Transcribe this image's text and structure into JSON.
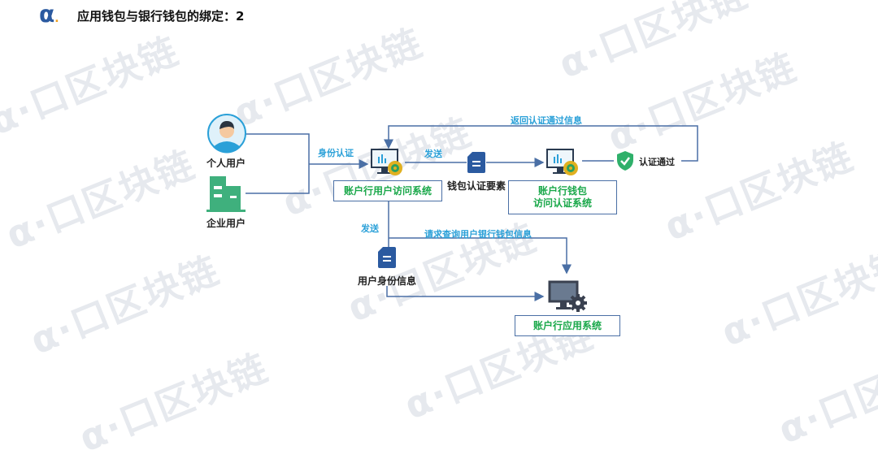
{
  "header": {
    "title": "应用钱包与银行钱包的绑定：2",
    "logo": "α"
  },
  "watermark": "α·口区块链",
  "nodes": {
    "personal_user": "个人用户",
    "enterprise_user": "企业用户",
    "access_system": "账户行用户访问系统",
    "wallet_elements": "钱包认证要素",
    "wallet_auth_system": "账户行钱包\n访问认证系统",
    "auth_passed": "认证通过",
    "user_identity": "用户身份信息",
    "app_system": "账户行应用系统"
  },
  "edges": {
    "identity_auth": "身份认证",
    "send1": "发送",
    "return_info": "返回认证通过信息",
    "send2": "发送",
    "request_query": "请求查询用户银行钱包信息"
  },
  "colors": {
    "line": "#4a6fa5",
    "label_blue": "#2aa0d8",
    "box_text": "#1aa84a",
    "doc": "#2b5aa0"
  }
}
